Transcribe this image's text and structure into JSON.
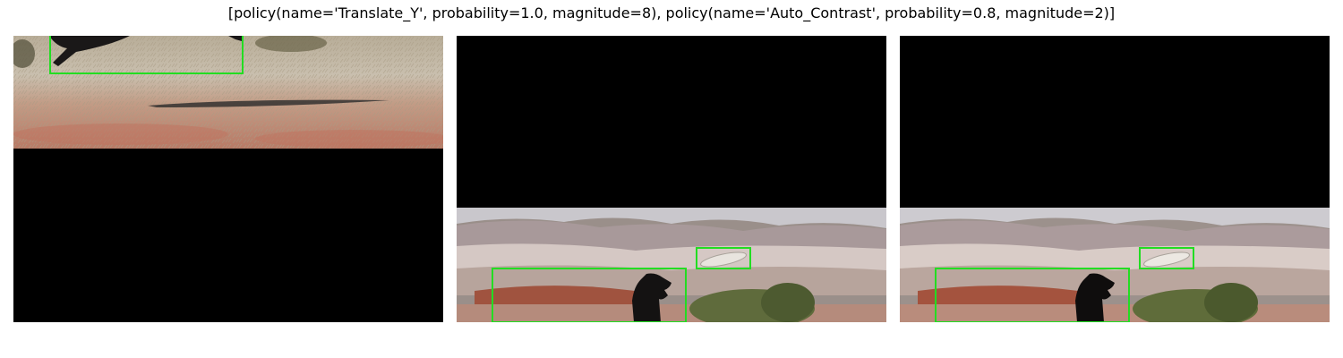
{
  "figure": {
    "title": "[policy(name='Translate_Y', probability=1.0, magnitude=8), policy(name='Auto_Contrast', probability=0.8, magnitude=2)]",
    "box_color": "#22dd22",
    "fill_color": "#000000"
  },
  "panels": [
    {
      "description": "original image shifted up: bottom of a leaping dark dog over dry grass and red soil; lower part filled black",
      "objects": [
        "dog"
      ]
    },
    {
      "description": "image shifted down: black band on top, desert mesa landscape with black dog jumping toward a frisbee",
      "objects": [
        "dog",
        "frisbee"
      ]
    },
    {
      "description": "same shifted image with auto-contrast applied",
      "objects": [
        "dog",
        "frisbee"
      ]
    }
  ]
}
